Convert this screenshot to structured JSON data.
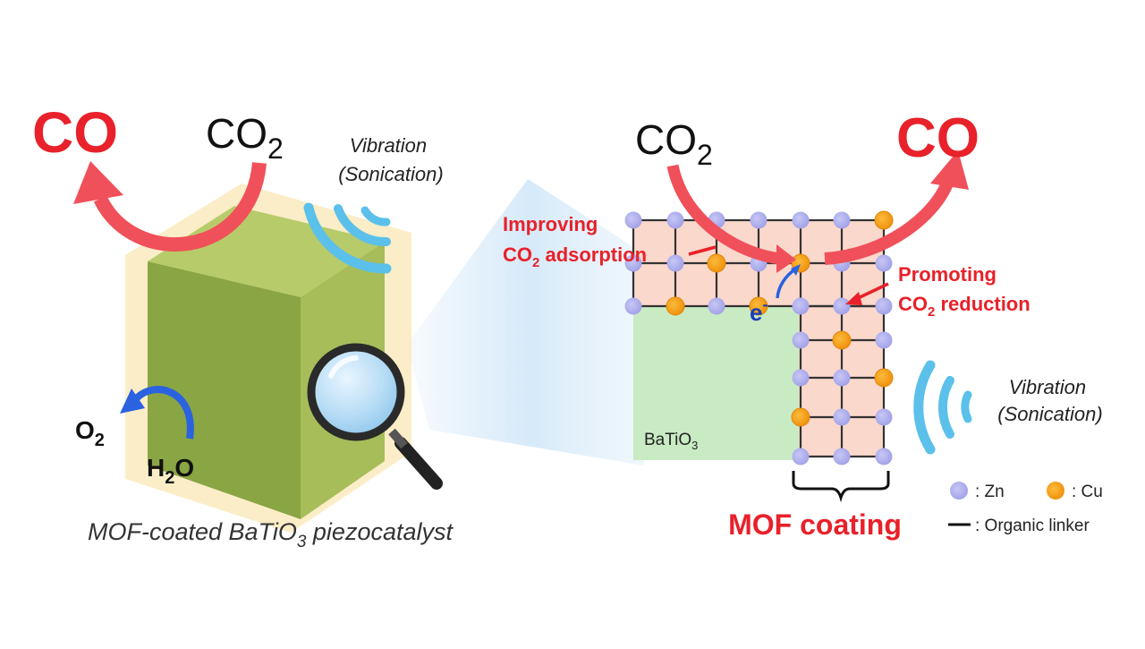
{
  "left_panel": {
    "product": "CO",
    "reactant": {
      "base": "CO",
      "sub": "2"
    },
    "vibration_line1": "Vibration",
    "vibration_line2": "(Sonication)",
    "oxygen": {
      "base": "O",
      "sub": "2"
    },
    "water": {
      "base": "H",
      "sub": "2",
      "tail": "O"
    },
    "caption": {
      "pre": "MOF-coated BaTiO",
      "sub": "3",
      "post": " piezocatalyst"
    }
  },
  "right_panel": {
    "reactant": {
      "base": "CO",
      "sub": "2"
    },
    "product": "CO",
    "improving_line1": "Improving",
    "improving_line2": {
      "pre": "CO",
      "sub": "2",
      "post": " adsorption"
    },
    "promoting_line1": "Promoting",
    "promoting_line2": {
      "pre": "CO",
      "sub": "2",
      "post": " reduction"
    },
    "electron": {
      "base": "e",
      "sup": "-"
    },
    "substrate": {
      "base": "BaTiO",
      "sub": "3"
    },
    "vibration_line1": "Vibration",
    "vibration_line2": "(Sonication)",
    "coating_label": "MOF coating"
  },
  "legend": {
    "zn": ": Zn",
    "cu": ": Cu",
    "linker": ": Organic linker"
  },
  "colors": {
    "red": "#e8212a",
    "arrow_red": "#f0505a",
    "blue_arrow": "#2a62e0",
    "zn_node": "#aaaaee",
    "cu_node": "#f7a21a",
    "mof_fill": "#fbd8cc",
    "batio3_fill": "#c9ebc4",
    "cube_green": "#97b152",
    "cube_shell": "#f9e7b4",
    "wave_blue": "#5bc0ea"
  }
}
